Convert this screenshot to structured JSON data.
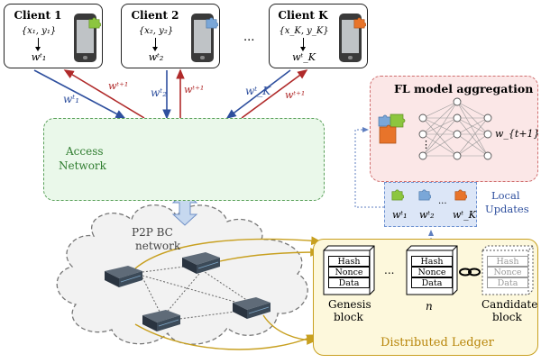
{
  "clients": [
    {
      "title": "Client 1",
      "data": "{x₁, y₁}",
      "weight": "wᵗ₁",
      "puzzle_color": "#8cc63f"
    },
    {
      "title": "Client 2",
      "data": "{x₂, y₂}",
      "weight": "wᵗ₂",
      "puzzle_color": "#7aa7d8"
    },
    {
      "title": "Client K",
      "data": "{x_K, y_K}",
      "weight": "wᵗ_K",
      "puzzle_color": "#e8742a"
    }
  ],
  "ellipsis": "...",
  "links": [
    {
      "up": "wᵗ₁",
      "down": "wᵗ⁺¹"
    },
    {
      "up": "wᵗ₂",
      "down": "wᵗ⁺¹"
    },
    {
      "up": "wᵗ_K",
      "down": "wᵗ⁺¹"
    }
  ],
  "access_network": {
    "line1": "Access",
    "line2": "Network"
  },
  "fl_aggregation": {
    "title": "FL model aggregation",
    "output_label": "w_{t+1}",
    "dots": "⋮"
  },
  "local_updates": {
    "line1": "Local",
    "line2": "Updates",
    "weights": [
      "wᵗ₁",
      "wᵗ₂",
      "wᵗ_K"
    ],
    "ellipsis": "..."
  },
  "p2p": {
    "line1": "P2P BC",
    "line2": "network"
  },
  "ledger": {
    "title": "Distributed Ledger",
    "fields": [
      "Hash",
      "Nonce",
      "Data"
    ],
    "genesis": {
      "line1": "Genesis",
      "line2": "block"
    },
    "nth_label": "n",
    "ellipsis": "...",
    "candidate": {
      "line1": "Candidate",
      "line2": "block"
    }
  },
  "colors": {
    "upload": "#2e4f9e",
    "download": "#b02a2a",
    "access_fill": "#eaf8ea",
    "access_border": "#5aa05a",
    "fl_fill": "#fbe7e7",
    "fl_border": "#d07070",
    "ledger_fill": "#fdf8dc",
    "ledger_border": "#c8a020",
    "blockchain_arrow": "#c8a020",
    "updates_fill": "#dce6f7"
  }
}
